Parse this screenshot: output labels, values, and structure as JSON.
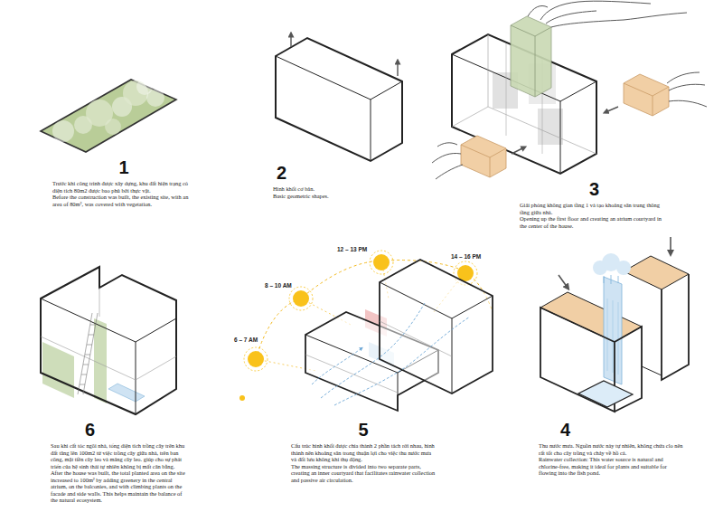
{
  "diagram": {
    "labels": [
      "1",
      "Trước khi công trình được xây dựng, khu đất hiện trạng có diện tích 80m2 được bao phủ bởi thực vật.",
      "Before the construction was built, the existing site, with an area of 80m², was covered with vegetation.",
      "2",
      "Hình khối cơ bản.",
      "Basic geometric shapes.",
      "3",
      "Giải phóng không gian tầng 1 và tạo khoảng sân trung thông tầng giữa nhà.",
      "Opening up the first floor and creating an atrium courtyard in the center of the house.",
      "6 – 7 AM",
      "8 – 10 AM",
      "12 – 13 PM",
      "14 – 16 PM",
      "6",
      "Sau khi cất tóc ngôi nhà, tổng diện tích trồng cây trên khu đất tăng lên 100m2 từ việc trồng cây giữa nhà, trên ban công, mặt tiền cây leo và mảng cây leo. giúp cho sự phát triển của hệ sinh thái tự nhiên không bị mất cân bằng.",
      "After the house was built, the total planted area on the site increased to 100m² by adding greenery in the central atrium, on the balconies, and with climbing plants on the facade and side walls. This helps maintain the balance of the natural ecosystem.",
      "5",
      "Cấu trúc hình khối được chia thành 2 phần tách rời nhau, hình thành nên khoảng sân trong thuận lợi cho việc thu nước mưa và đối lưu không khí thụ động.",
      "The massing structure is divided into two separate parts, creating an inner courtyard that facilitates rainwater collection and passive air circulation.",
      "4",
      "Thu nước mưa. Nguồn nước này tự nhiên, không chứa clo nên rất tốt cho cây trồng và chảy về hồ cá.",
      "Rainwater collection: This water source is natural and chlorine-free, making it ideal for plants and suitable for flowing into the fish pond."
    ]
  }
}
